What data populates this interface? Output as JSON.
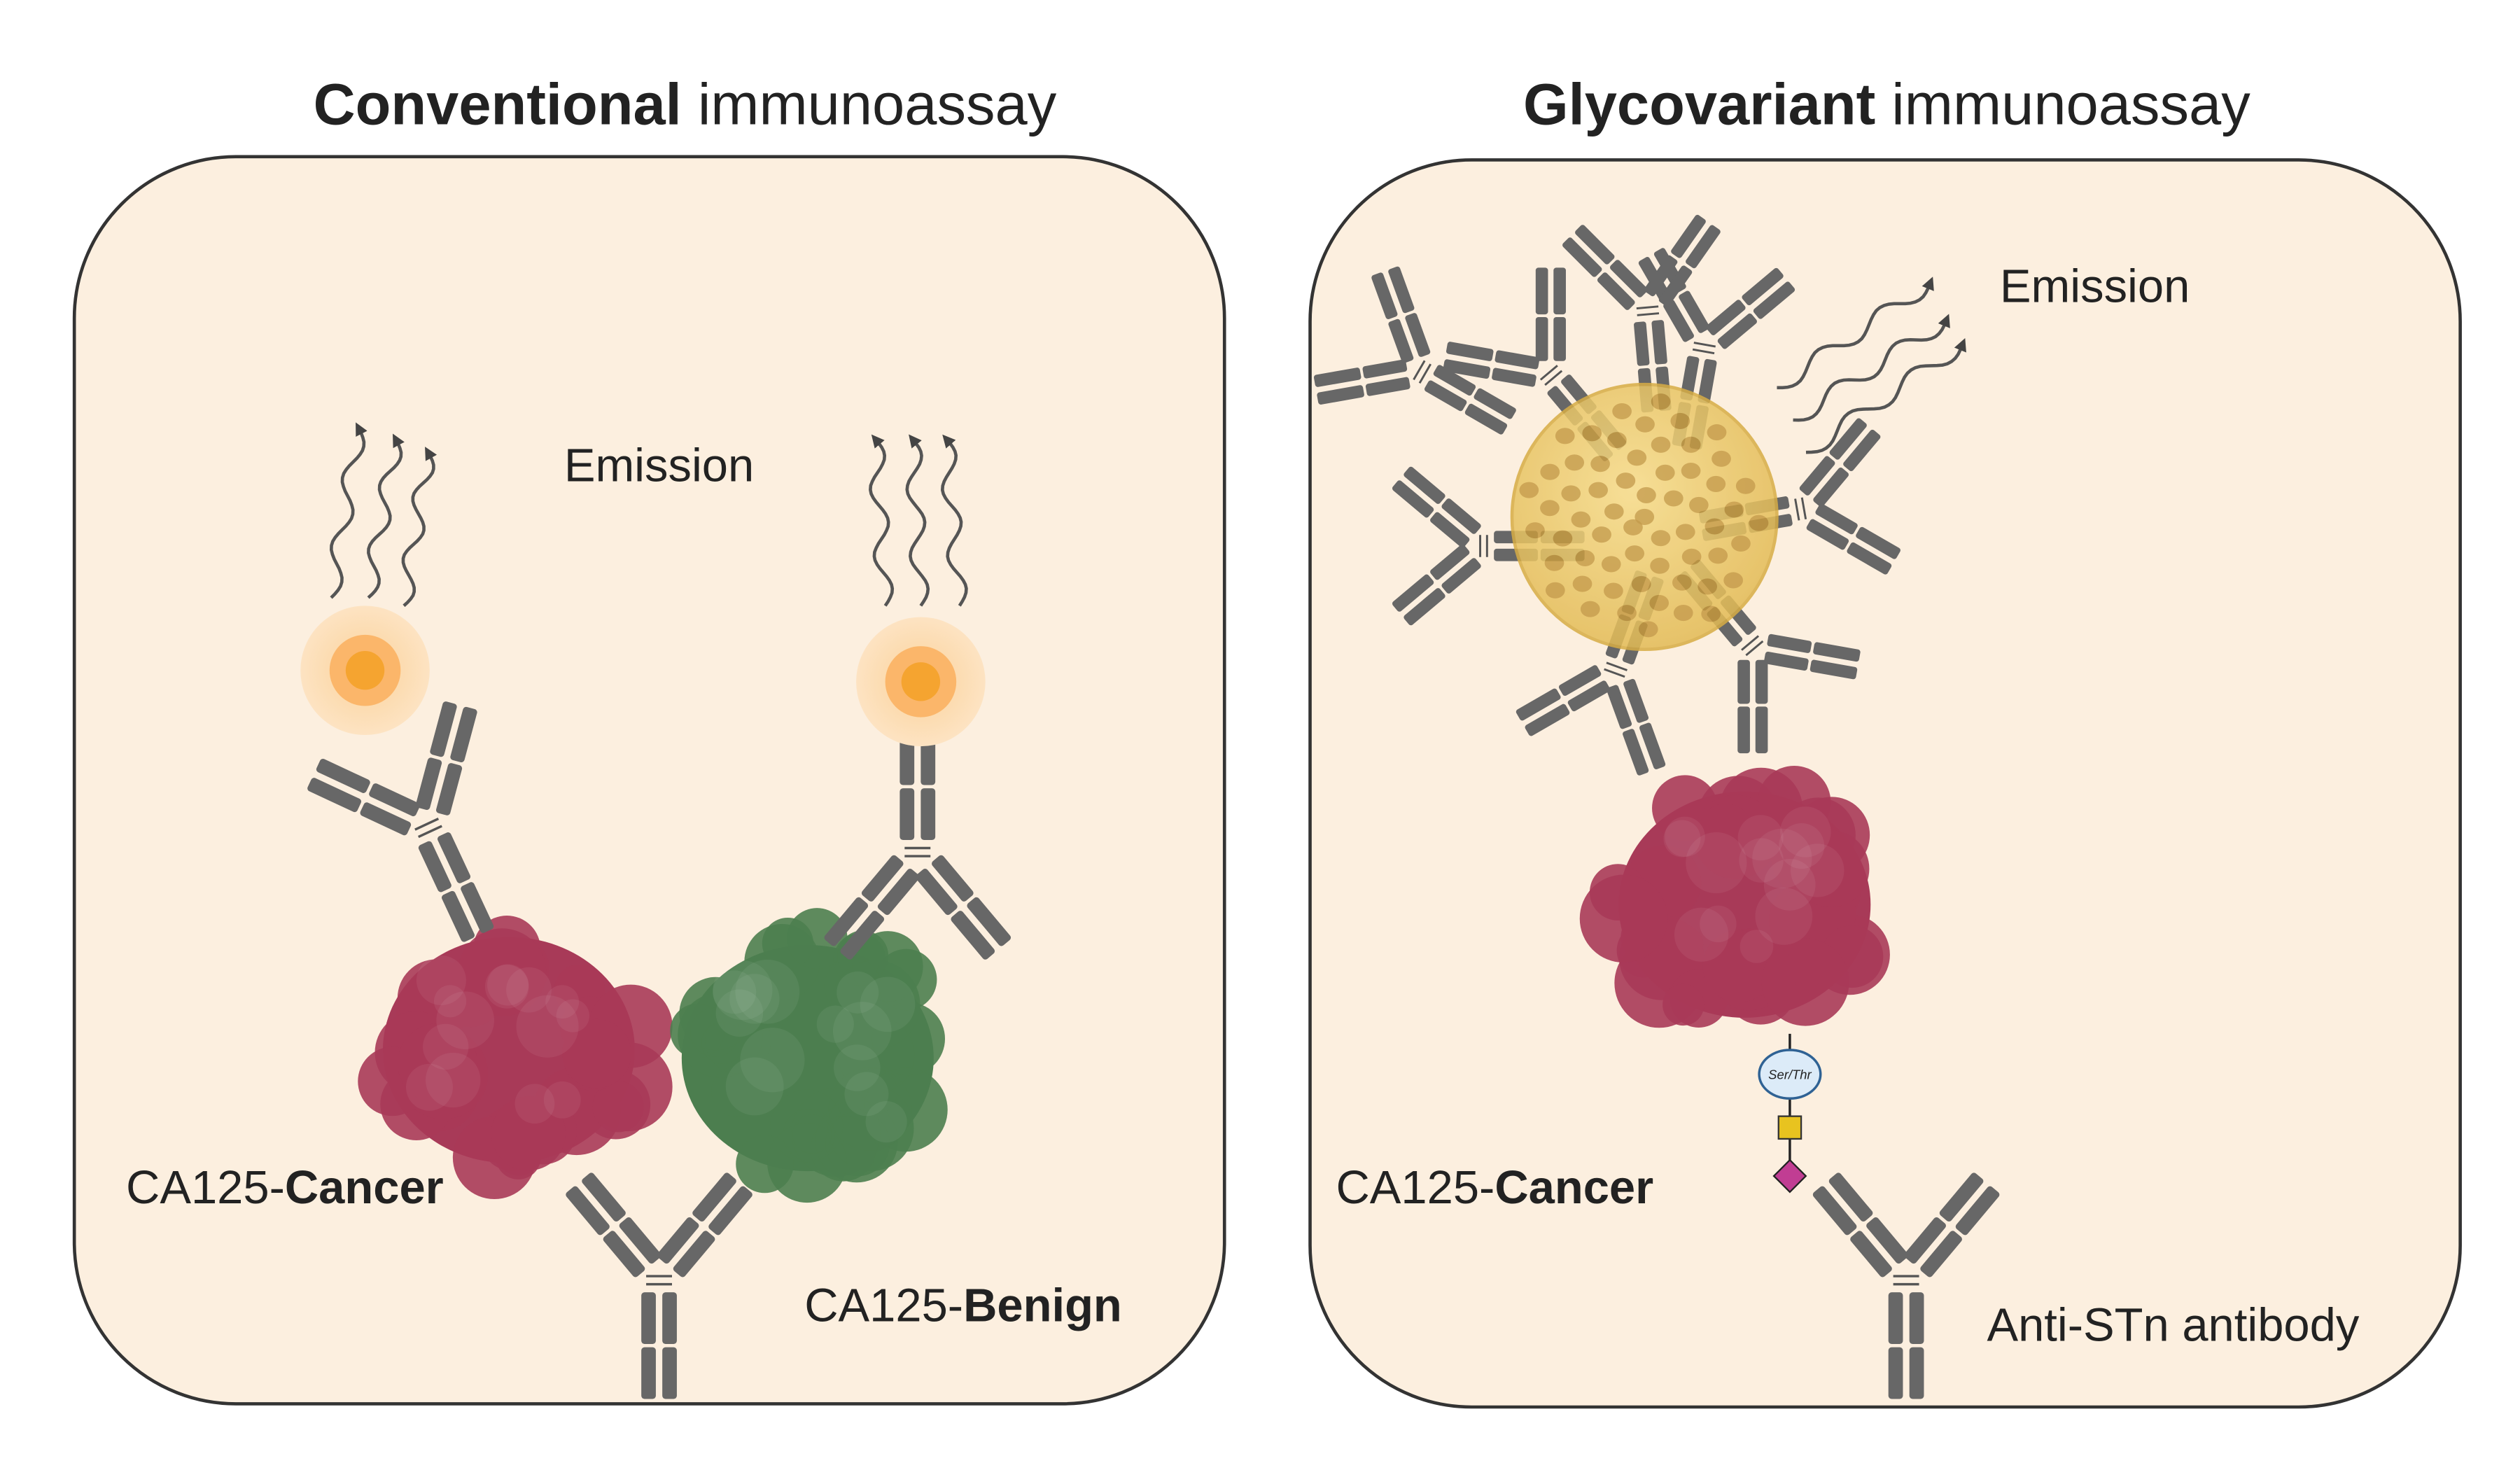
{
  "left_panel": {
    "title_bold": "Conventional",
    "title_rest": " immunoassay",
    "emission": "Emission",
    "cancer_prefix": "CA125-",
    "cancer_bold": "Cancer",
    "benign_prefix": "CA125-",
    "benign_bold": "Benign"
  },
  "right_panel": {
    "title_bold": "Glycovariant",
    "title_rest": " immunoassay",
    "emission": "Emission",
    "cancer_prefix": "CA125-",
    "cancer_bold": "Cancer",
    "glycan_label": "Ser/Thr",
    "antibody_label": "Anti-STn antibody"
  },
  "colors": {
    "panel_bg": "#fcefdf",
    "antibody": "#676767",
    "cancer_protein": "#a83a58",
    "benign_protein": "#4c7e4f",
    "fluorophore": "#f5a430",
    "nanoparticle": "#e9c76a",
    "gal_square": "#e8c31f",
    "sia_diamond": "#c13d93",
    "ser_thr": "#dcebf8"
  }
}
